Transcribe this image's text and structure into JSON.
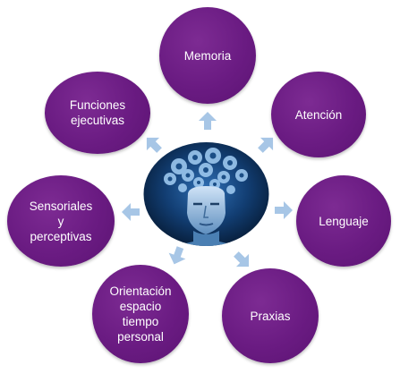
{
  "colors": {
    "node": "#6a1b82",
    "arrow": "#a7c6e6",
    "center_bg": "#0b2a4f"
  },
  "center_image": {
    "icon": "head-with-gears-icon"
  },
  "nodes": {
    "memoria": "Memoria",
    "atencion": "Atención",
    "lenguaje": "Lenguaje",
    "praxias": "Praxias",
    "orientacion": "Orientación\nespacio\ntiempo\npersonal",
    "sensoriales": "Sensoriales\ny\nperceptivas",
    "funciones": "Funciones\nejecutivas"
  }
}
